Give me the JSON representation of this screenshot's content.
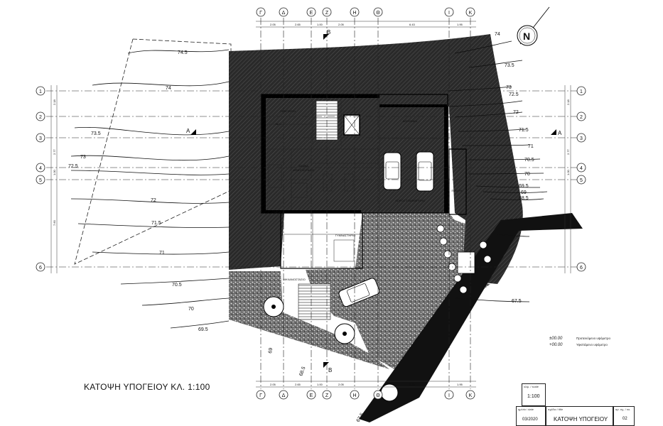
{
  "grid_letters": [
    "Γ",
    "Δ",
    "Ε",
    "Ζ",
    "Η",
    "Θ",
    "Ι",
    "Κ"
  ],
  "grid_numbers": [
    "1",
    "2",
    "3",
    "4",
    "5",
    "6"
  ],
  "section_labels": {
    "a": "A",
    "b": "B"
  },
  "north_label": "N",
  "contours": [
    "74.5",
    "74",
    "73.5",
    "73",
    "72.5",
    "72",
    "71.5",
    "71",
    "70.5",
    "70",
    "69.5",
    "69",
    "68.5",
    "67.5"
  ],
  "contours_right": [
    "74",
    "73.5",
    "73",
    "72.5",
    "72",
    "71.5",
    "71",
    "70.5",
    "70",
    "69.5",
    "69",
    "68.5",
    "67.5"
  ],
  "top_dimensions": [
    "2.05",
    "2.65",
    "1.00",
    "2.05",
    "6.43",
    "1.95"
  ],
  "side_dimensions": [
    "2.18",
    "2.77",
    "1.00",
    "7.60"
  ],
  "rooms": {
    "storage_main": "ΑΠΟΘΗΚΗ",
    "storage_top": "ΠΙΘΕΤΑΡΟΙ",
    "parking": "ΧΩΡΟΣ ΣΤΑΘΜΕΥΣΗΣ",
    "boiler": "ΛΕΒΗΤΟΣΤΑΣΙΟ",
    "sauna": "SAUNA",
    "shower": "ΝΤΟΥΣ",
    "wc": "W.C.",
    "gym": "ΓΥΜΝΑΣΤΗΡΙΟ",
    "pump": "ΜΗΧΑΝΟΣΤΑΣΙΟ",
    "pilot": "ΠΙΛΟΤΗ"
  },
  "legend": [
    {
      "code": "±00.00",
      "desc": "Προτεινόμενο υψόμετρο"
    },
    {
      "code": "+00.00",
      "desc": "Υφιστάμενο υψόμετρο"
    }
  ],
  "caption": "ΚΑΤΟΨΗ ΥΠΟΓΕΙΟΥ  ΚΛ. 1:100",
  "title_block": {
    "scale_label": "κλίμ. / scale",
    "scale": "1:100",
    "date_label": "ημ/νία / date",
    "date": "03/2020",
    "title_label": "σχέδιο / title",
    "title": "ΚΑΤΟΨΗ ΥΠΟΓΕΙΟΥ",
    "sheet_label": "αρ. σχ. / no.",
    "sheet": "02"
  }
}
